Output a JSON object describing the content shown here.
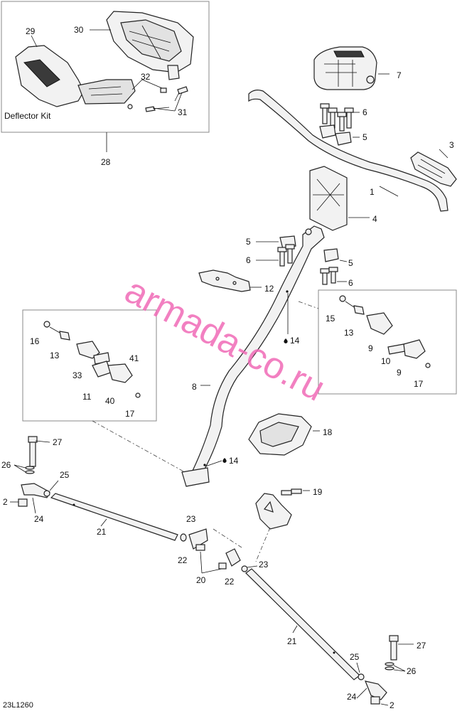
{
  "diagram": {
    "drawing_ref": "23L1260",
    "watermark": "armada-co.ru",
    "deflector_kit_label": "Deflector Kit",
    "callouts": {
      "n1": "1",
      "n2": "2",
      "n3": "3",
      "n4": "4",
      "n5": "5",
      "n6": "6",
      "n7": "7",
      "n8": "8",
      "n9": "9",
      "n10": "10",
      "n11": "11",
      "n12": "12",
      "n13": "13",
      "n14": "14",
      "n15": "15",
      "n16": "16",
      "n17": "17",
      "n18": "18",
      "n19": "19",
      "n20": "20",
      "n21": "21",
      "n22": "22",
      "n23": "23",
      "n24": "24",
      "n25": "25",
      "n26": "26",
      "n27": "27",
      "n28": "28",
      "n29": "29",
      "n30": "30",
      "n31": "31",
      "n32": "32",
      "n33": "33",
      "n40": "40",
      "n41": "41"
    }
  }
}
